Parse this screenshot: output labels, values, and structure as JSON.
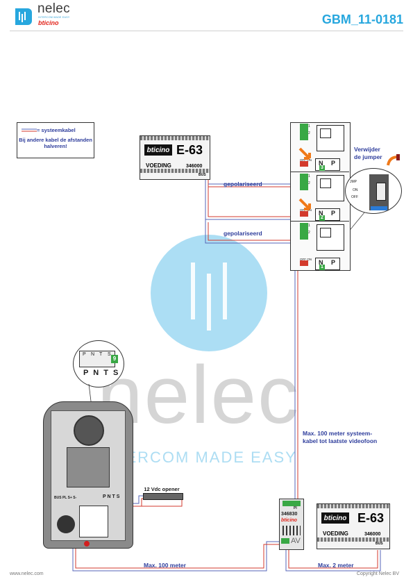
{
  "header": {
    "brand": "nelec",
    "tagline": "INTERCOM MADE EASY",
    "partner": "bticino",
    "doc_id": "GBM_11-0181"
  },
  "legend": {
    "cable_label": "= systeemkabel",
    "note": "Bij andere kabel de afstanden halveren!"
  },
  "power_supply_top": {
    "brand": "bticino",
    "model": "E-63",
    "type": "VOEDING",
    "part": "346000",
    "terminals": "BUS"
  },
  "power_supply_bottom": {
    "brand": "bticino",
    "model": "E-63",
    "type": "VOEDING",
    "part": "346000",
    "terminals": "BUS"
  },
  "monitors": [
    {
      "switch": "OFF ON",
      "n": "N",
      "p": "P",
      "number": "3",
      "terminals": [
        "1",
        "2"
      ]
    },
    {
      "switch": "OFF ON",
      "n": "N",
      "p": "P",
      "number": "2",
      "terminals": [
        "1",
        "2"
      ]
    },
    {
      "switch": "OFF ON",
      "n": "N",
      "p": "P",
      "number": "1",
      "terminals": [
        "1",
        "2"
      ]
    }
  ],
  "wiring_labels": {
    "polarized_1": "gepolariseerd",
    "polarized_2": "gepolariseerd",
    "max_system": "Max. 100 meter systeem-kabel tot laatste videofoon",
    "max_100": "Max. 100 meter",
    "max_2": "Max. 2 meter"
  },
  "jumper": {
    "title": "Verwijder de jumper",
    "jmp": "JMP",
    "on": "ON",
    "off": "OFF"
  },
  "panel_zoom": {
    "small": [
      "P",
      "N",
      "T",
      "S"
    ],
    "big": "P N T S",
    "value": "9"
  },
  "door_panel": {
    "terminals": "BUS PL S+ S-",
    "pnts": "P N T S"
  },
  "door_opener": {
    "label": "12 Vdc opener"
  },
  "av_module": {
    "terminal": "PI",
    "part": "346830",
    "brand": "bticino",
    "label": "AV"
  },
  "watermark": {
    "brand": "nelec",
    "tagline": "INTERCOM MADE EASY"
  },
  "footer": {
    "left": "www.nelec.com",
    "right": "Copyright Nelec BV"
  },
  "colors": {
    "accent": "#27a7de",
    "label_blue": "#2f3e9c",
    "cable_red": "#d33a2c",
    "cable_blue": "#5566b8",
    "bticino_red": "#e2231a"
  }
}
